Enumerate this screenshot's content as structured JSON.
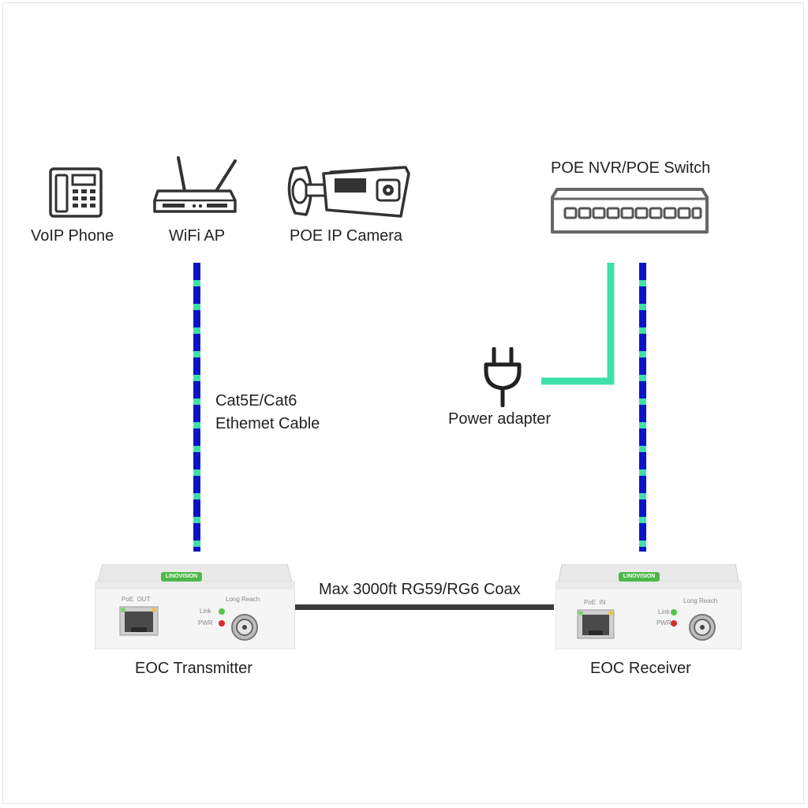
{
  "devices": {
    "voip_phone": "VoIP Phone",
    "wifi_ap": "WiFi AP",
    "ip_camera": "POE IP Camera",
    "nvr_switch": "POE NVR/POE Switch"
  },
  "cables": {
    "ethernet_line1": "Cat5E/Cat6",
    "ethernet_line2": "Ethemet Cable",
    "coax": "Max 3000ft RG59/RG6 Coax",
    "power": "Power adapter"
  },
  "units": {
    "transmitter": {
      "name": "EOC Transmitter",
      "brand": "LINOVISION",
      "port": "PoE  OUT",
      "led_link": "Link",
      "led_pwr": "PWR",
      "mode": "Long Reach"
    },
    "receiver": {
      "name": "EOC Receiver",
      "brand": "LINOVISION",
      "port": "PoE  IN",
      "led_link": "Link",
      "led_pwr": "PWR",
      "mode": "Long Reach"
    }
  },
  "colors": {
    "ethernet_blue": "#0b14c8",
    "ethernet_green": "#3ee0a8",
    "power_green": "#3ee0a8",
    "coax": "#3a3a3a",
    "brand_green": "#4cb84a"
  },
  "icons": [
    "phone-icon",
    "router-icon",
    "camera-icon",
    "switch-icon",
    "plug-icon"
  ]
}
